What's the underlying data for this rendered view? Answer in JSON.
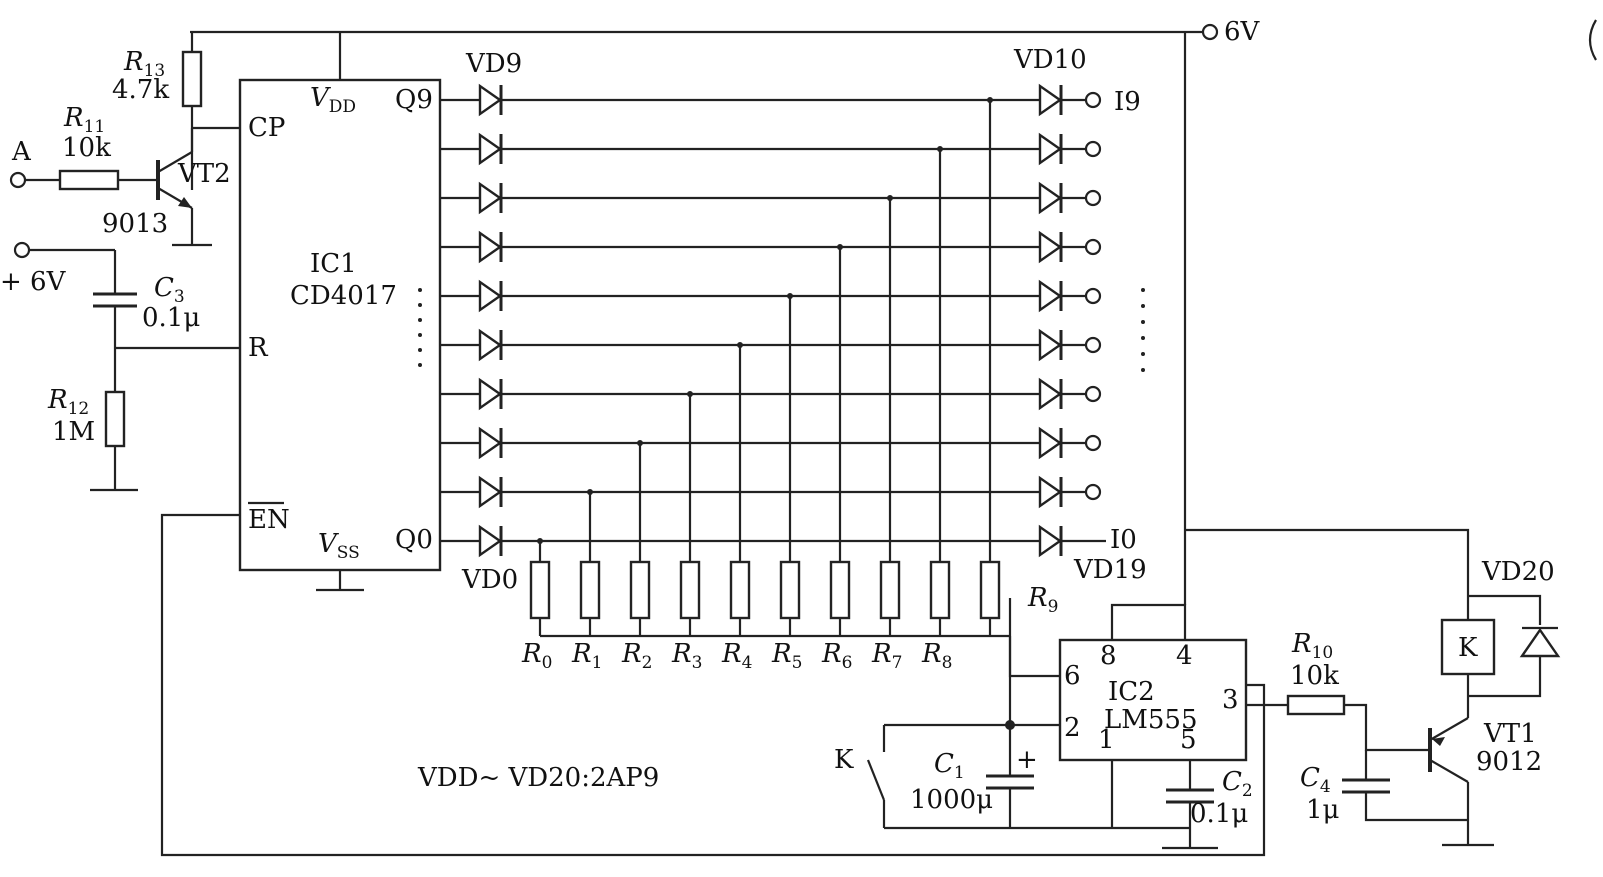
{
  "supply": {
    "main": "6V",
    "plus": "+ 6V",
    "input": "A"
  },
  "ic1": {
    "name": "IC1",
    "part": "CD4017",
    "vdd": "V",
    "vdd_sub": "DD",
    "vss": "V",
    "vss_sub": "SS",
    "cp": "CP",
    "r": "R",
    "en": "EN",
    "q9": "Q9",
    "q0": "Q0"
  },
  "ic2": {
    "name": "IC2",
    "part": "LM555",
    "pins": [
      "8",
      "4",
      "6",
      "2",
      "1",
      "5",
      "3"
    ]
  },
  "transistors": {
    "vt2": "VT2",
    "vt2_part": "9013",
    "vt1": "VT1",
    "vt1_part": "9012"
  },
  "resistors": {
    "r11": "R",
    "r11_sub": "11",
    "r11_val": "10k",
    "r12": "R",
    "r12_sub": "12",
    "r12_val": "1M",
    "r13": "R",
    "r13_sub": "13",
    "r13_val": "4.7k",
    "r10": "R",
    "r10_sub": "10",
    "r10_val": "10k",
    "r9": "R",
    "r9_sub": "9",
    "bank": [
      {
        "n": "R",
        "s": "0"
      },
      {
        "n": "R",
        "s": "1"
      },
      {
        "n": "R",
        "s": "2"
      },
      {
        "n": "R",
        "s": "3"
      },
      {
        "n": "R",
        "s": "4"
      },
      {
        "n": "R",
        "s": "5"
      },
      {
        "n": "R",
        "s": "6"
      },
      {
        "n": "R",
        "s": "7"
      },
      {
        "n": "R",
        "s": "8"
      }
    ]
  },
  "capacitors": {
    "c1": "C",
    "c1_sub": "1",
    "c1_val": "1000μ",
    "c2": "C",
    "c2_sub": "2",
    "c2_val": "0.1μ",
    "c3": "C",
    "c3_sub": "3",
    "c3_val": "0.1μ",
    "c4": "C",
    "c4_sub": "4",
    "c4_val": "1μ"
  },
  "diodes": {
    "vd9": "VD9",
    "vd0": "VD0",
    "vd10": "VD10",
    "vd19": "VD19",
    "vd20": "VD20"
  },
  "outputs": {
    "i9": "I9",
    "i0": "I0"
  },
  "relay": "K",
  "switch": "K",
  "note": "VDD~ VD20:2AP9"
}
